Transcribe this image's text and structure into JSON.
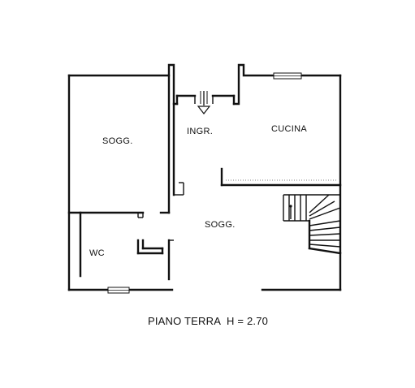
{
  "plan": {
    "rooms": {
      "living_left": "SOGG.",
      "entrance": "INGR.",
      "kitchen": "CUCINA",
      "living_center": "SOGG.",
      "bathroom": "WC"
    },
    "caption": "PIANO TERRA  H = 2.70"
  }
}
